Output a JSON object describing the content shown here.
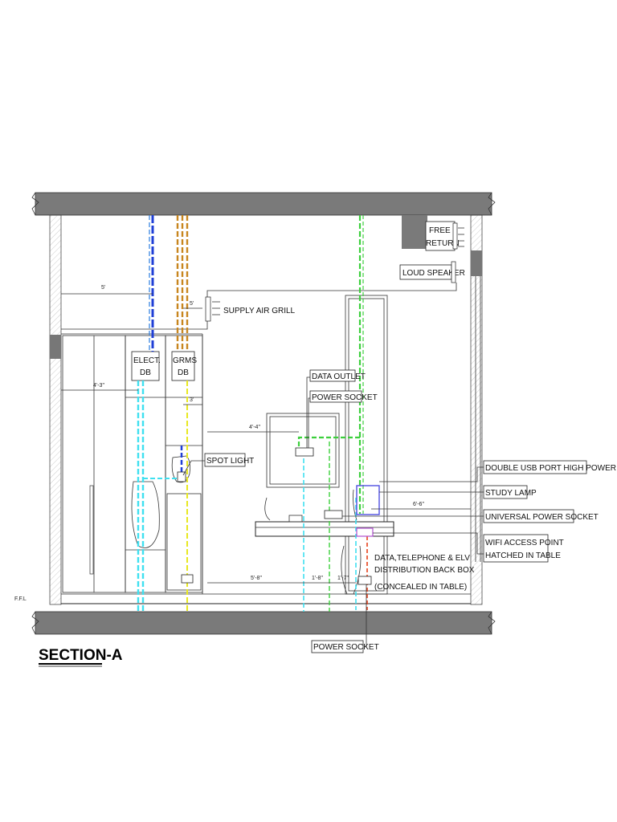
{
  "title": "SECTION-A",
  "labels": {
    "supply_air_grill": "SUPPLY AIR GRILL",
    "free_return_1": "FREE",
    "free_return_2": "RETURN",
    "loud_speaker": "LOUD SPEAKER",
    "elect_db_1": "ELECT.",
    "elect_db_2": "DB",
    "grms_db_1": "GRMS",
    "grms_db_2": "DB",
    "data_outlet": "DATA OUTLET",
    "power_socket_top": "POWER SOCKET",
    "spot_light": "SPOT LIGHT",
    "double_usb": "DOUBLE USB PORT HIGH POWER",
    "study_lamp": "STUDY LAMP",
    "universal_socket": "UNIVERSAL POWER SOCKET",
    "wifi_1": "WIFI ACCESS POINT",
    "wifi_2": "HATCHED IN TABLE",
    "distribution_1": "DATA,TELEPHONE & ELV",
    "distribution_2": "DISTRIBUTION BACK BOX",
    "distribution_3": "(CONCEALED IN TABLE)",
    "power_socket_bottom": "POWER SOCKET",
    "ffl": "F.F.L"
  },
  "dimensions": {
    "d1": "5'",
    "d2": "4'-3\"",
    "d3": "5'",
    "d4": "3'",
    "d5": "4'-4\"",
    "d6": "5'-8\"",
    "d7": "1'-8\"",
    "d8": "1'-7\"",
    "d9": "6'-6\""
  },
  "colors": {
    "slab": "#7a7a7a",
    "conduit_blue": "#1f3fd6",
    "conduit_orange": "#c8861e",
    "conduit_green": "#3ccf3c",
    "conduit_cyan": "#3fe0f0",
    "conduit_yellow": "#e8e820",
    "conduit_red": "#e8401a",
    "conduit_purple": "#b050d0"
  }
}
